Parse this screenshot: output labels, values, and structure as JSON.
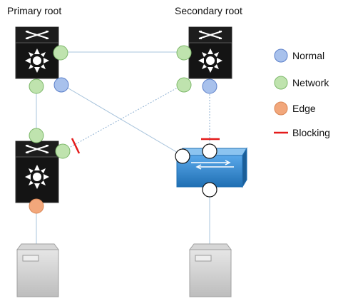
{
  "title_primary": "Primary root",
  "title_secondary": "Secondary root",
  "legend": [
    {
      "key": "normal",
      "label": "Normal",
      "color": "#a8c1ec",
      "stroke": "#5b7fc9",
      "shape": "circle"
    },
    {
      "key": "network",
      "label": "Network",
      "color": "#bfe3ae",
      "stroke": "#7db86a",
      "shape": "circle"
    },
    {
      "key": "edge",
      "label": "Edge",
      "color": "#f2a77b",
      "stroke": "#d98655",
      "shape": "circle"
    },
    {
      "key": "blocking",
      "label": "Blocking",
      "color": "#e41b1b",
      "shape": "line"
    }
  ],
  "devices": [
    {
      "name": "primary-root-switch",
      "type": "core-switch"
    },
    {
      "name": "secondary-root-switch",
      "type": "core-switch"
    },
    {
      "name": "access-switch-left",
      "type": "core-switch"
    },
    {
      "name": "access-switch-right",
      "type": "layer2-switch"
    },
    {
      "name": "server-left",
      "type": "server"
    },
    {
      "name": "server-right",
      "type": "server"
    }
  ],
  "colors": {
    "link_solid": "#a9c4dc",
    "link_dotted": "#8fb1d3",
    "port_designated": "#ffffff",
    "switch_body": "#111111",
    "l2_switch": "#2f86cf"
  }
}
